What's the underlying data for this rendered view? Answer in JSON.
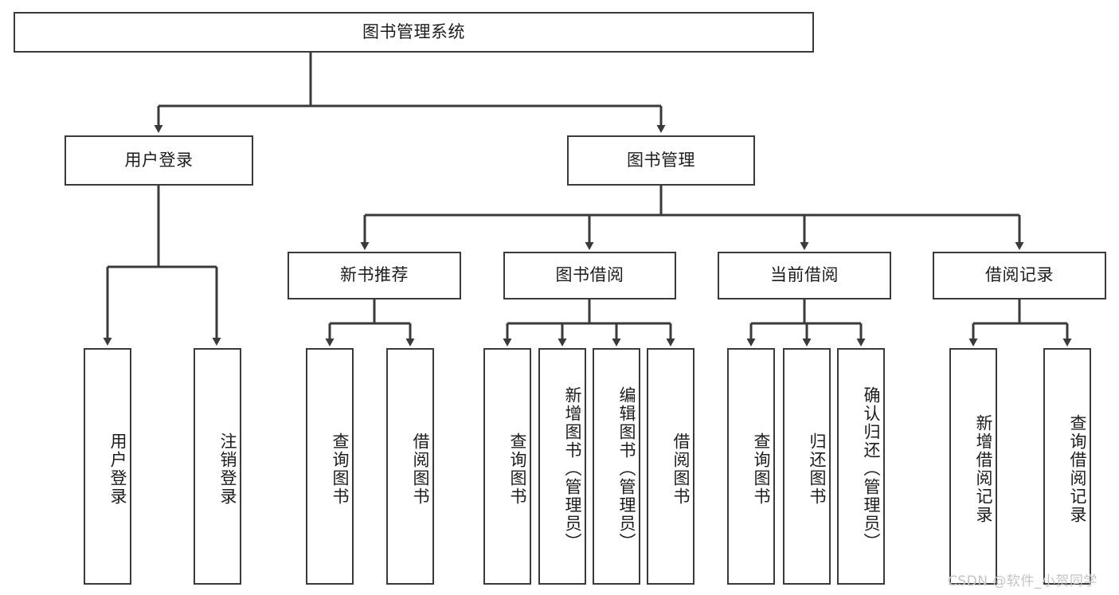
{
  "diagram": {
    "type": "hierarchy-tree",
    "title": "图书管理系统",
    "root": {
      "label": "图书管理系统"
    },
    "level1": [
      {
        "label": "用户登录"
      },
      {
        "label": "图书管理"
      }
    ],
    "level2": [
      {
        "label": "新书推荐"
      },
      {
        "label": "图书借阅"
      },
      {
        "label": "当前借阅"
      },
      {
        "label": "借阅记录"
      }
    ],
    "leaves": {
      "user_login": [
        {
          "label": "用户登录"
        },
        {
          "label": "注销登录"
        }
      ],
      "new_book_recommend": [
        {
          "label": "查询图书"
        },
        {
          "label": "借阅图书"
        }
      ],
      "book_borrow": [
        {
          "label": "查询图书"
        },
        {
          "label": "新增图书（管理员）"
        },
        {
          "label": "编辑图书（管理员）"
        },
        {
          "label": "借阅图书"
        }
      ],
      "current_borrow": [
        {
          "label": "查询图书"
        },
        {
          "label": "归还图书"
        },
        {
          "label": "确认归还（管理员）"
        }
      ],
      "borrow_record": [
        {
          "label": "新增借阅记录"
        },
        {
          "label": "查询借阅记录"
        }
      ]
    }
  },
  "watermark": {
    "text": "CSDN @软件_小贺同学"
  },
  "colors": {
    "stroke": "#3a3a3a",
    "fill": "#ffffff",
    "text": "#1c1c1c",
    "watermark": "#c4c4c4"
  }
}
